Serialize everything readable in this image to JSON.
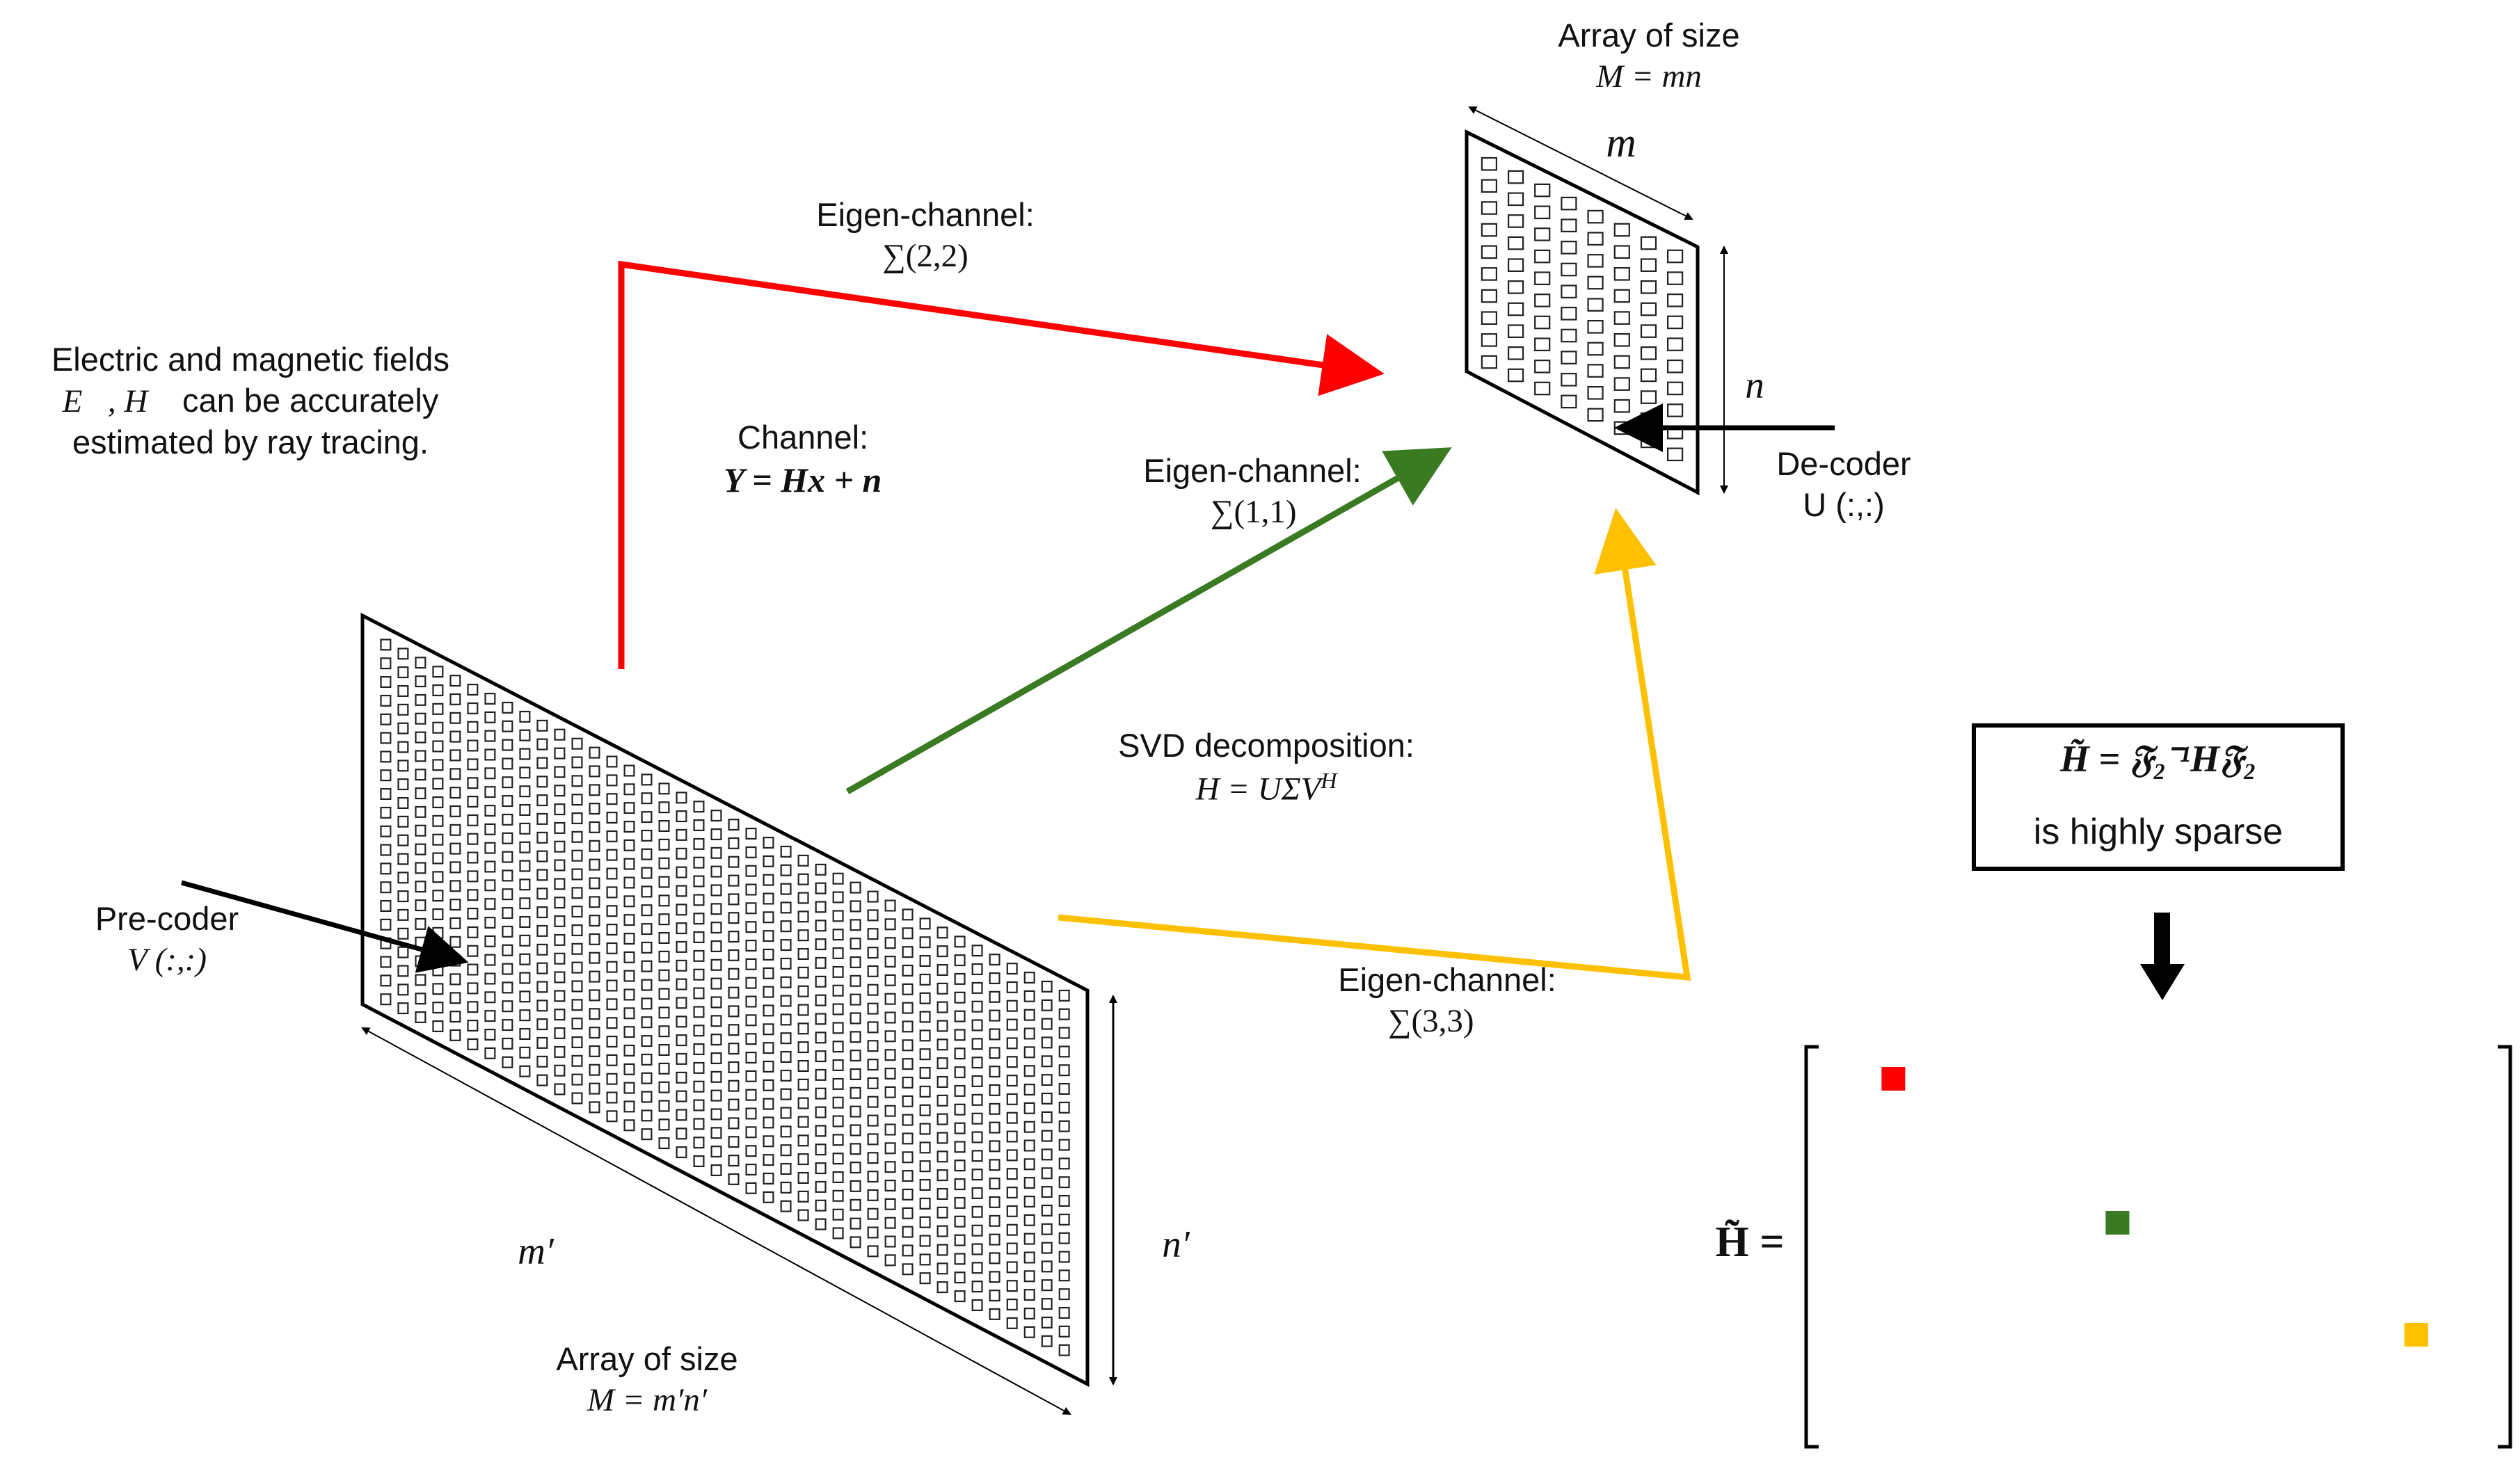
{
  "fields_note": {
    "line1": "Electric and magnetic fields",
    "line2_math": "E⃗, H⃗",
    "line2_text": " can be accurately",
    "line3": "estimated by ray tracing."
  },
  "channel": {
    "label": "Channel:",
    "equation": "Y = Hx + n"
  },
  "svd": {
    "label": "SVD decomposition:",
    "equation": "H = UΣV",
    "sup": "H"
  },
  "eigen_red": {
    "label": "Eigen-channel:",
    "value": "∑(2,2)",
    "color": "#ff0000"
  },
  "eigen_green": {
    "label": "Eigen-channel:",
    "value": "∑(1,1)",
    "color": "#3a7a22"
  },
  "eigen_yellow": {
    "label": "Eigen-channel:",
    "value": "∑(3,3)",
    "color": "#ffc000"
  },
  "receiver": {
    "title": "Array of size",
    "size": "M = mn",
    "dim_m": "m",
    "dim_n": "n"
  },
  "decoder": {
    "label": "De-coder",
    "value": "U (:,:)"
  },
  "transmitter": {
    "title": "Array of size",
    "size": "M = m′n′",
    "dim_m": "m′",
    "dim_n": "n′"
  },
  "precoder": {
    "label": "Pre-coder",
    "value": "V (:,:)"
  },
  "sparse_box": {
    "equation": "H̃ = 𝔉₂⁻¹H𝔉₂",
    "text": "is highly sparse"
  },
  "matrix": {
    "label": "H̃ =",
    "entries": [
      {
        "row": 1,
        "col": 1,
        "color": "#ff0000"
      },
      {
        "row": 2,
        "col": 2,
        "color": "#3a7a22"
      },
      {
        "row": 3,
        "col": 3,
        "color": "#ffc000"
      }
    ]
  }
}
